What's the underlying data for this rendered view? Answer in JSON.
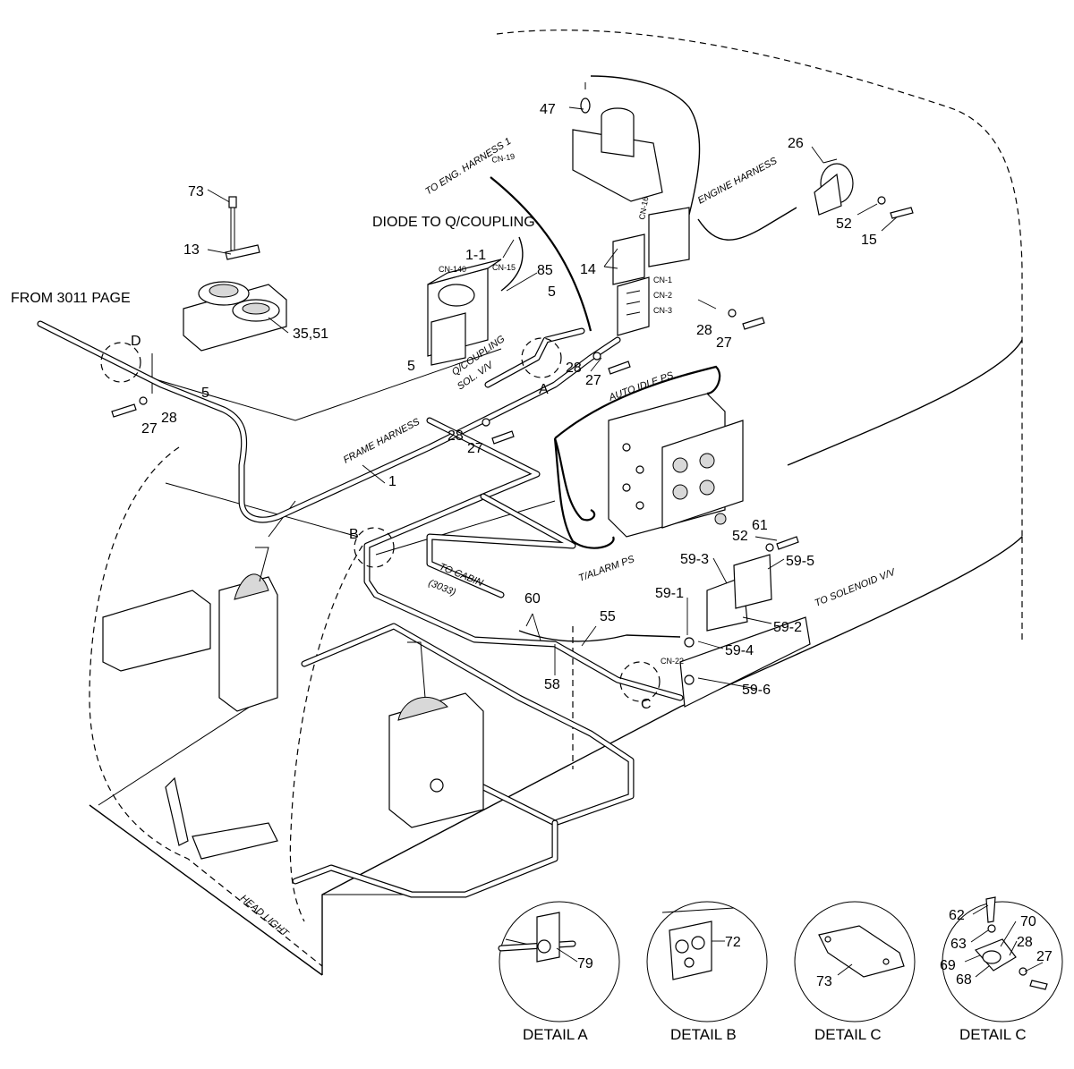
{
  "labels": {
    "from_page": "FROM 3011 PAGE",
    "diode": "DIODE TO Q/COUPLING",
    "to_eng_harness": "TO ENG. HARNESS 1",
    "engine_harness": "ENGINE HARNESS",
    "qcoupling_1": "Q/COUPLING",
    "qcoupling_2": "SOL. V/V",
    "frame_harness": "FRAME HARNESS",
    "auto_idle": "AUTO IDLE PS",
    "talarm": "T/ALARM PS",
    "to_cabin": "TO CABIN",
    "to_cabin_ref": "(3033)",
    "to_solenoid": "TO SOLENOID V/V",
    "head_light": "HEAD LIGHT"
  },
  "connectors": {
    "cn19": "CN-19",
    "cn140": "CN-140",
    "cn15": "CN-15",
    "cn16": "CN-16",
    "cn1": "CN-1",
    "cn2": "CN-2",
    "cn3": "CN-3",
    "cn22": "CN-22"
  },
  "callouts": {
    "p47": "47",
    "p26": "26",
    "p52a": "52",
    "p15": "15",
    "p73": "73",
    "p13": "13",
    "p3551": "35,51",
    "p11": "1-1",
    "p85": "85",
    "p14": "14",
    "p5a": "5",
    "p5b": "5",
    "p5c": "5",
    "p28a": "28",
    "p27a": "27",
    "p28b": "28",
    "p27b": "27",
    "p28c": "28",
    "p27c": "27",
    "p28d": "28",
    "p27d": "27",
    "p1": "1",
    "p61": "61",
    "p52b": "52",
    "p593": "59-3",
    "p595": "59-5",
    "p591": "59-1",
    "p592": "59-2",
    "p594": "59-4",
    "p596": "59-6",
    "p60": "60",
    "p55": "55",
    "p58": "58",
    "A": "A",
    "B": "B",
    "C": "C",
    "D": "D"
  },
  "details": [
    {
      "caption": "DETAIL A",
      "parts": [
        "79"
      ]
    },
    {
      "caption": "DETAIL B",
      "parts": [
        "72"
      ]
    },
    {
      "caption": "DETAIL C",
      "parts": [
        "73"
      ]
    },
    {
      "caption": "DETAIL C",
      "parts": [
        "62",
        "70",
        "63",
        "28",
        "69",
        "27",
        "68"
      ]
    }
  ]
}
